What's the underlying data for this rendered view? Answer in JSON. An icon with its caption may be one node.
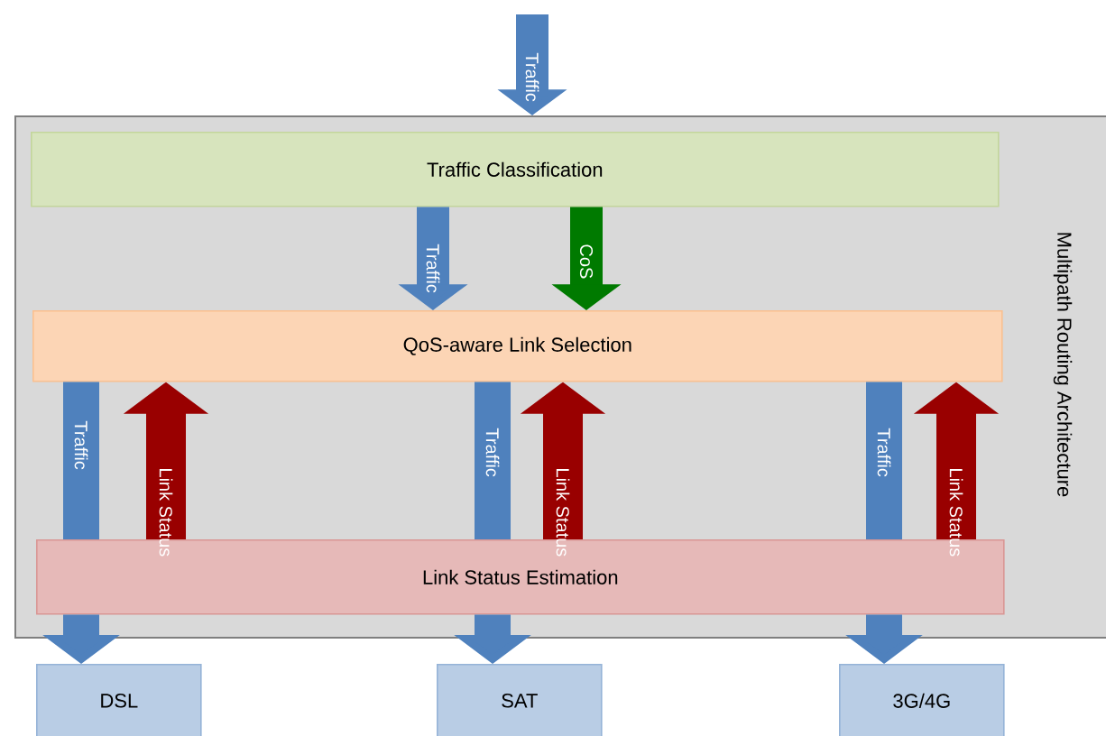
{
  "diagram": {
    "nodes": [
      {
        "text": [
          "Multipath Routing Architecture"
        ]
      },
      {
        "text": [
          "Traffic Classification"
        ],
        "in": 0
      },
      {
        "text": [
          "QoS-aware Link Selection"
        ],
        "in": 0
      },
      {
        "text": [
          "Link Status Estimation"
        ],
        "in": 0
      },
      {
        "text": [
          "DSL"
        ]
      },
      {
        "text": [
          "SAT"
        ]
      },
      {
        "text": [
          "3G/4G"
        ]
      }
    ],
    "edges": [
      {
        "from": null,
        "to": 0,
        "arrow": "to",
        "label": "Traffic"
      },
      {
        "from": 1,
        "to": 2,
        "arrow": "to",
        "label": "Traffic"
      },
      {
        "from": 1,
        "to": 2,
        "arrow": "to",
        "label": "CoS",
        "color": "#007a00"
      },
      {
        "from": 2,
        "to": 3,
        "arrow": "none",
        "label": "Traffic"
      },
      {
        "from": 3,
        "to": 4,
        "arrow": "to"
      },
      {
        "from": 3,
        "to": 2,
        "arrow": "to",
        "label": "Link Status",
        "color": "#990000"
      },
      {
        "from": 2,
        "to": 3,
        "arrow": "none",
        "label": "Traffic"
      },
      {
        "from": 3,
        "to": 5,
        "arrow": "to"
      },
      {
        "from": 3,
        "to": 2,
        "arrow": "to",
        "label": "Link Status",
        "color": "#990000"
      },
      {
        "from": 2,
        "to": 3,
        "arrow": "none",
        "label": "Traffic"
      },
      {
        "from": 3,
        "to": 6,
        "arrow": "to"
      },
      {
        "from": 3,
        "to": 2,
        "arrow": "to",
        "label": "Link Status",
        "color": "#990000"
      }
    ]
  }
}
